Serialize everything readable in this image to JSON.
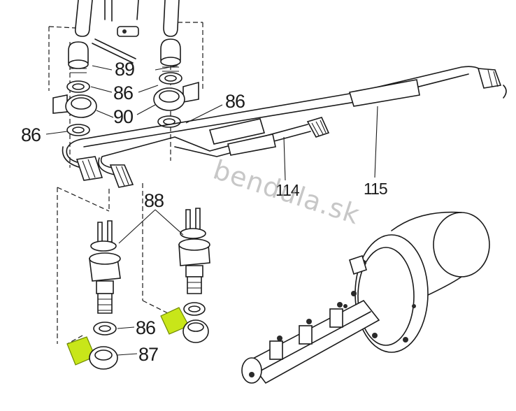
{
  "watermark": "bendula.sk",
  "highlight_color": "#c8e619",
  "callouts": {
    "p89": "89",
    "p86_a": "86",
    "p90": "90",
    "p86_b": "86",
    "p86_c": "86",
    "p88": "88",
    "p114": "114",
    "p115": "115",
    "p86_d": "86",
    "p87": "87"
  }
}
